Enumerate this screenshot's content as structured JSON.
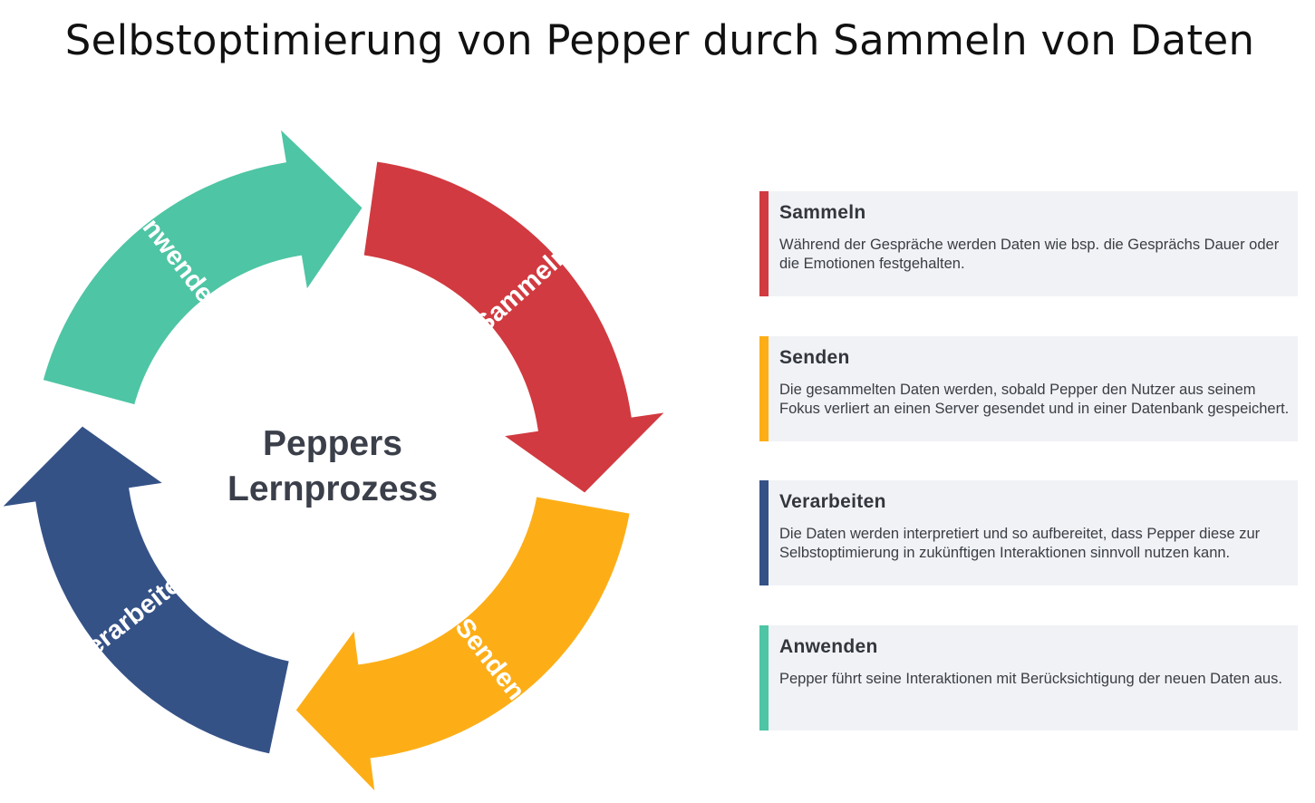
{
  "title": "Selbstoptimierung von Pepper durch Sammeln von Daten",
  "center": {
    "line1": "Peppers",
    "line2": "Lernprozess"
  },
  "segments": [
    {
      "label": "Sammeln",
      "color": "#d13a40"
    },
    {
      "label": "Senden",
      "color": "#fdae17"
    },
    {
      "label": "Verarbeiten",
      "color": "#355287"
    },
    {
      "label": "Anwenden",
      "color": "#4ec5a4"
    }
  ],
  "cards": [
    {
      "title": "Sammeln",
      "color": "#d13a40",
      "text": "Während der Gespräche werden Daten wie bsp. die Gesprächs Dauer oder die Emotionen festgehalten."
    },
    {
      "title": "Senden",
      "color": "#fdae17",
      "text": "Die gesammelten Daten werden, sobald Pepper den Nutzer aus seinem Fokus verliert an einen Server gesendet und in einer Datenbank gespeichert."
    },
    {
      "title": "Verarbeiten",
      "color": "#355287",
      "text": "Die Daten werden interpretiert und so aufbereitet, dass Pepper diese zur Selbstoptimierung in zukünftigen Interaktionen sinnvoll nutzen kann."
    },
    {
      "title": "Anwenden",
      "color": "#4ec5a4",
      "text": "Pepper führt seine Interaktionen mit Berücksichtigung der neuen Daten aus."
    }
  ]
}
